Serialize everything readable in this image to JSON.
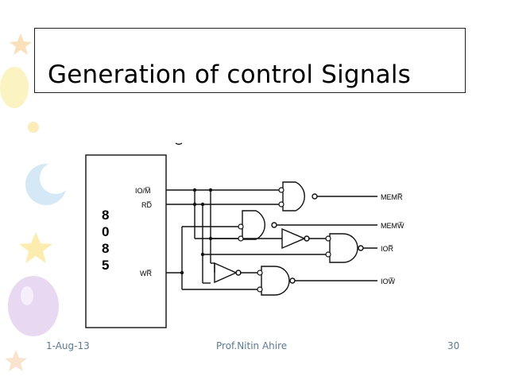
{
  "slide": {
    "title": "Generation of control Signals",
    "footer": {
      "date": "1-Aug-13",
      "author": "Prof.Nitin Ahire",
      "page": "30"
    }
  },
  "circuit": {
    "chip_chars": [
      "8",
      "0",
      "8",
      "5"
    ],
    "inputs": {
      "io_m": "IO/M̅",
      "rd": "RD̅",
      "wr": "WR̅"
    },
    "outputs": {
      "memr": "MEMR̅",
      "memw": "MEMW̅",
      "ior": "IOR̅",
      "iow": "IOW̅"
    }
  },
  "colors": {
    "text_footer": "#5a7a9a",
    "wire": "#111111"
  }
}
